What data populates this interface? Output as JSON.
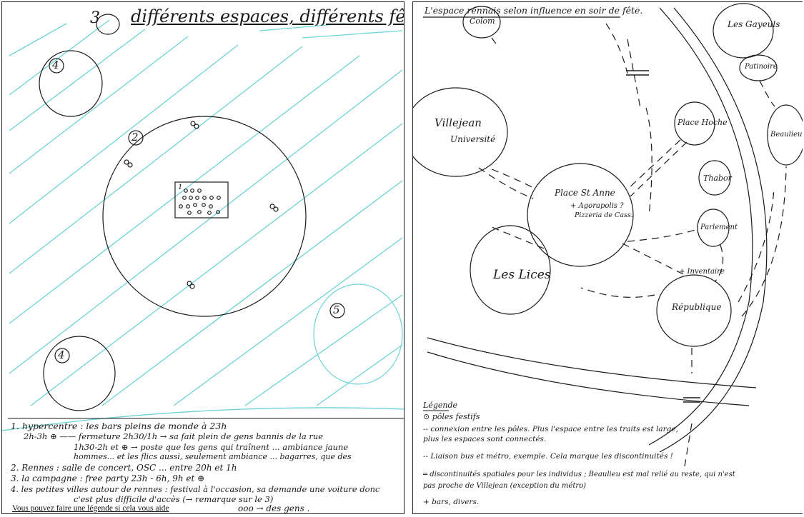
{
  "left_sheet": {
    "title_number": "3",
    "title": "différents espaces, différents fêtes",
    "zone_labels": {
      "top_left": "4",
      "center": "2",
      "core": "1",
      "bottom_left": "4",
      "right": "5"
    },
    "notes": [
      "1. hypercentre : les bars pleins de monde à 23h",
      "2h-3h ⊕ —— fermeture 2h30/1h → sa fait plein de gens bannis de la rue",
      "1h30-2h et ⊕ → poste que les gens qui traînent ... ambiance jaune",
      "hommes... et les flics aussi, seulement ambiance ... bagarres, que des",
      "2. Rennes : salle de concert, OSC ... entre 20h et 1h",
      "3. la campagne : free party 23h - 6h, 9h et ⊕",
      "4. les petites villes autour de rennes : festival à l'occasion, sa demande une voiture donc",
      "c'est plus difficile d'accès (→ remarque sur le 3)"
    ],
    "footer_printed": "Vous pouvez faire une légende si cela vous aide",
    "footer_hand": "ooo → des gens ."
  },
  "right_sheet": {
    "title": "L'espace rennais selon influence en soir de fête.",
    "places": {
      "colombier": "Colom",
      "les_gayeulles": "Les Gayeuls",
      "patinoire": "Patinoire",
      "villejean": "Villejean",
      "universite": "Université",
      "place_hoche": "Place Hoche",
      "beaulieu": "Beaulieu",
      "thabor": "Thabor",
      "place_st_anne": "Place St Anne",
      "st_anne_note": "+ Agorapolis ?",
      "st_anne_note2": "Pizzeria de Cass.",
      "parlement": "Parlement",
      "les_lices": "Les Lices",
      "republique": "République",
      "republique_mark": "+ Inventaire"
    },
    "legend_title": "Légende",
    "legend": [
      "⊙  pôles festifs",
      "-- connexion entre les pôles. Plus l'espace entre les traits est large,",
      "    plus les espaces sont connectés.",
      "-- Liaison bus et métro, exemple. Cela marque les discontinuités !",
      "═  discontinuités spatiales pour les individus ; Beaulieu est mal relié au reste, qui n'est",
      "     pas proche de Villejean (exception du métro)",
      "+  bars, divers."
    ]
  },
  "colors": {
    "ink": "#1a1a1a",
    "cyan_wash": "#6fd3d6",
    "border": "#222222"
  }
}
